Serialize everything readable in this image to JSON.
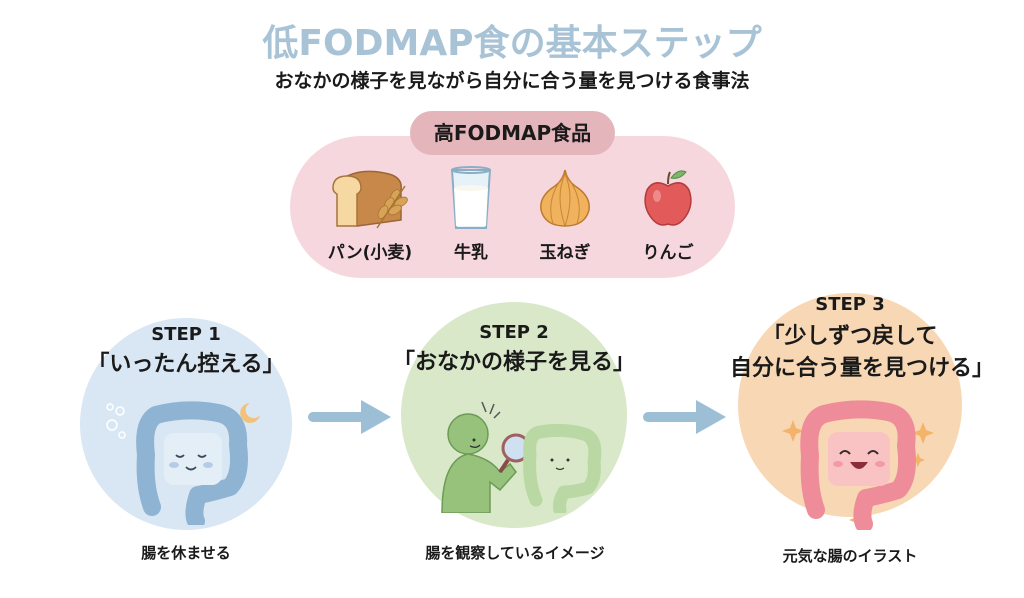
{
  "header": {
    "title": "低FODMAP食の基本ステップ",
    "subtitle": "おなかの様子を見ながら自分に合う量を見つける食事法"
  },
  "high_fodmap": {
    "badge": "高FODMAP食品",
    "items": [
      {
        "label": "パン(小麦)",
        "icon": "bread-icon"
      },
      {
        "label": "牛乳",
        "icon": "milk-glass-icon"
      },
      {
        "label": "玉ねぎ",
        "icon": "onion-icon"
      },
      {
        "label": "りんご",
        "icon": "apple-icon"
      }
    ]
  },
  "steps": [
    {
      "label": "STEP 1",
      "title_lines": [
        "「いったん控える」"
      ],
      "caption": "腸を休ませる",
      "color": "#d8e7f3",
      "icon": "sleeping-intestine-icon"
    },
    {
      "label": "STEP 2",
      "title_lines": [
        "「おなかの様子を見る」"
      ],
      "caption": "腸を観察しているイメージ",
      "color": "#d9e8c9",
      "icon": "observing-intestine-icon"
    },
    {
      "label": "STEP 3",
      "title_lines": [
        "「少しずつ戻して",
        "自分に合う量を見つける」"
      ],
      "caption": "元気な腸のイラスト",
      "color": "#f8d8b4",
      "icon": "happy-intestine-icon"
    }
  ],
  "colors": {
    "title": "#a9c3d6",
    "arrow": "#9dbfd6",
    "panel": "#f6d7de",
    "badge": "#e5b5bc"
  }
}
